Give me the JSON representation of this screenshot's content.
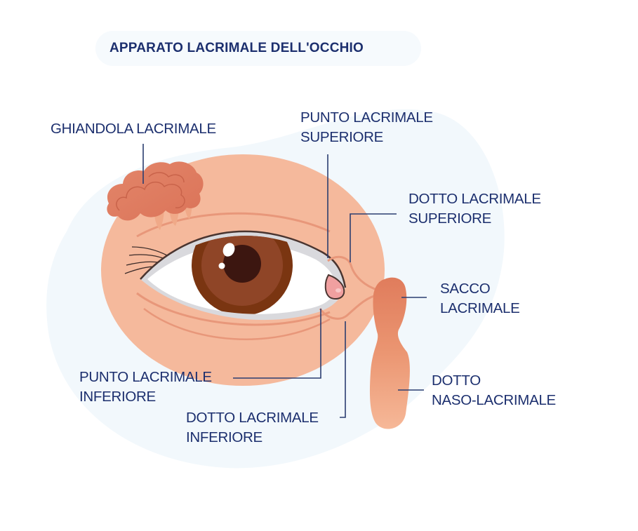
{
  "title": "APPARATO LACRIMALE DELL'OCCHIO",
  "colors": {
    "text": "#1c2f6e",
    "leader_line": "#2b3d70",
    "background_blob": "#f2f8fc",
    "skin": "#f5b99c",
    "skin_line": "#e8977a",
    "gland": "#e2805f",
    "sac": "#e38262",
    "duct_bottom": "#f5b494",
    "iris_outer": "#7a3511",
    "iris_inner": "#8f4527",
    "pupil": "#3c1610",
    "sclera": "#ffffff",
    "eyelid_shadow": "#d9d9dd"
  },
  "labels": {
    "ghiandola": {
      "line1": "GHIANDOLA LACRIMALE"
    },
    "punto_sup": {
      "line1": "PUNTO LACRIMALE",
      "line2": "SUPERIORE"
    },
    "dotto_sup": {
      "line1": "DOTTO LACRIMALE",
      "line2": "SUPERIORE"
    },
    "sacco": {
      "line1": "SACCO",
      "line2": "LACRIMALE"
    },
    "dotto_naso": {
      "line1": "DOTTO",
      "line2": "NASO-LACRIMALE"
    },
    "punto_inf": {
      "line1": "PUNTO LACRIMALE",
      "line2": "INFERIORE"
    },
    "dotto_inf": {
      "line1": "DOTTO LACRIMALE",
      "line2": "INFERIORE"
    }
  }
}
